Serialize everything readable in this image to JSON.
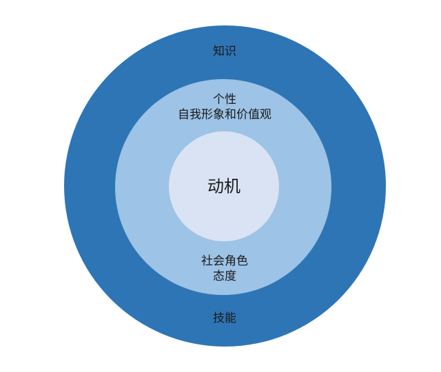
{
  "diagram": {
    "outer_ring": {
      "color": "#2e75b6",
      "top_label": "知识",
      "bottom_label": "技能"
    },
    "middle_ring": {
      "color": "#9dc3e6",
      "top_label_line1": "个性",
      "top_label_line2": "自我形象和价值观",
      "bottom_label_line1": "社会角色",
      "bottom_label_line2": "态度"
    },
    "inner_circle": {
      "color": "#dae3f3",
      "label": "动机"
    }
  }
}
